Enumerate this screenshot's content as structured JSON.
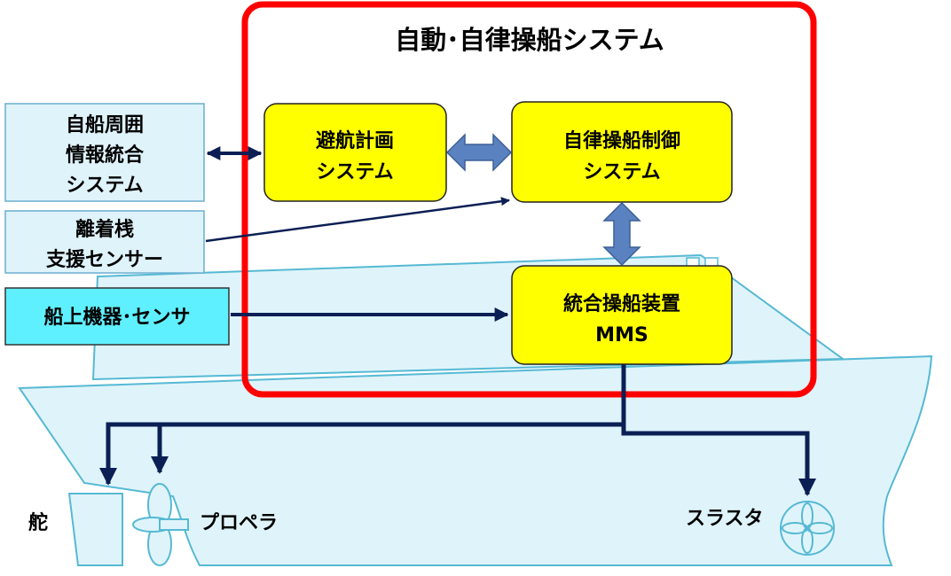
{
  "colors": {
    "system_frame": "#ff0000",
    "module_fill": "#ffff00",
    "input_fill": "#dff3fb",
    "onboard_fill": "#5ff0ff",
    "hull_fill": "#dff4fa",
    "hull_stroke": "#56b9d4",
    "connector": "#0b1f55",
    "double_arrow": "#5b82c0"
  },
  "system": {
    "title": "自動･自律操船システム"
  },
  "modules": {
    "route_planning": {
      "line1": "避航計画",
      "line2": "システム"
    },
    "auto_control": {
      "line1": "自律操船制御",
      "line2": "システム"
    },
    "mms": {
      "line1": "統合操船装置",
      "line2": "MMS"
    }
  },
  "inputs": {
    "surroundings": {
      "line1": "自船周囲",
      "line2": "情報統合",
      "line3": "システム"
    },
    "berthing": {
      "line1": "離着桟",
      "line2": "支援センサー"
    },
    "onboard": {
      "line1": "船上機器･センサ"
    }
  },
  "actuators": {
    "rudder": "舵",
    "propeller": "プロペラ",
    "thruster": "スラスタ"
  },
  "icons": {
    "propeller": "propeller-icon",
    "thruster": "thruster-icon",
    "rudder": "rudder-icon"
  }
}
